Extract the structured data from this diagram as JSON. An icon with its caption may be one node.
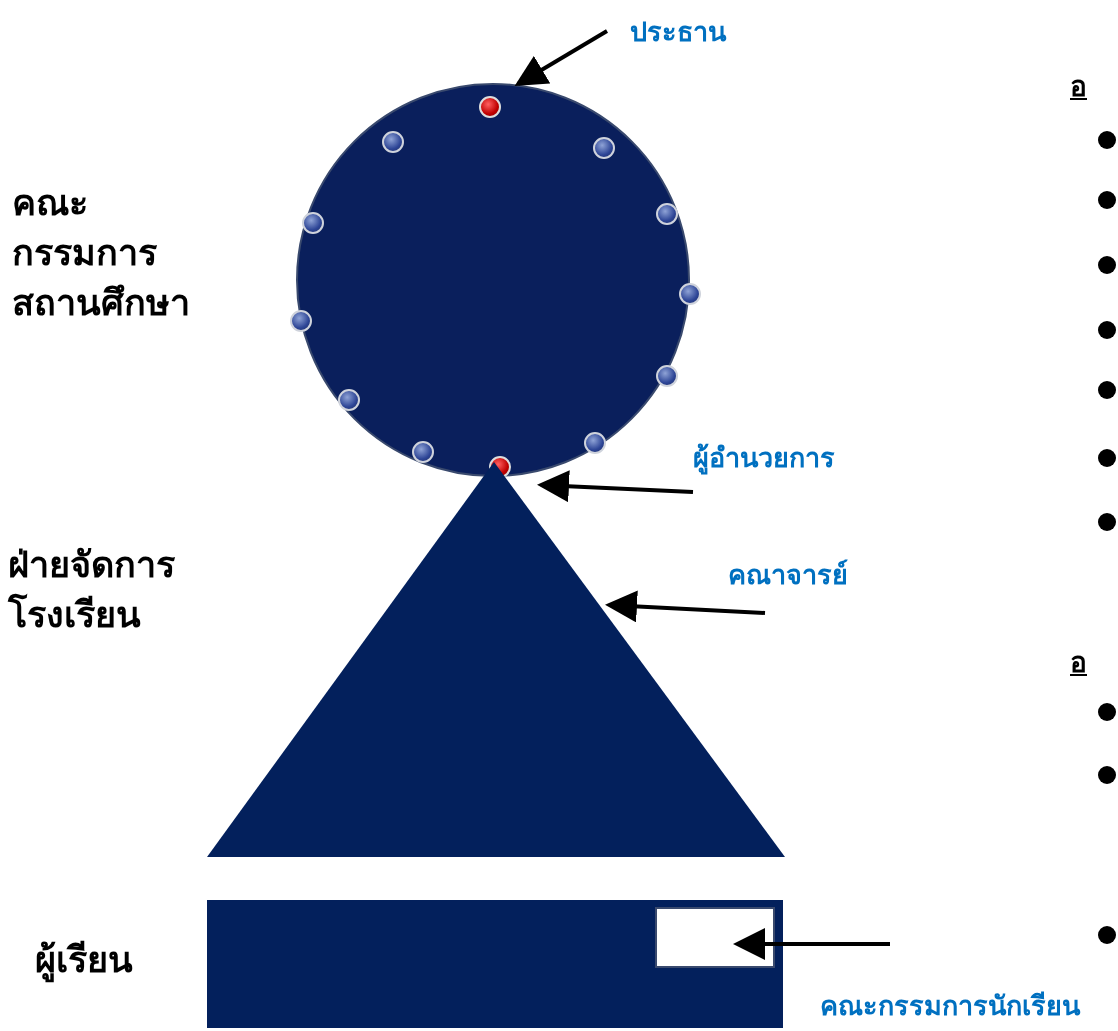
{
  "diagram": {
    "nodes": [
      {
        "text": [],
        "shape": "circle",
        "beside": [
          "คณะกรรมการ สถานศึกษา"
        ]
      },
      {
        "text": [],
        "shape": "circle",
        "in": 0
      },
      {
        "text": [],
        "shape": "circle",
        "in": 0
      },
      {
        "text": [],
        "shape": "triangle",
        "beside": [
          "ฝ่ายจัดการ โรงเรียน"
        ]
      },
      {
        "text": [],
        "shape": "bar",
        "beside": [
          "ผู้เรียน"
        ]
      },
      {
        "text": [],
        "shape": "box",
        "in": 4
      },
      {
        "text": [
          "ประธาน"
        ]
      },
      {
        "text": [
          "ผู้อำนวยการ"
        ]
      },
      {
        "text": [
          "คณาจารย์"
        ]
      },
      {
        "text": [
          "คณะกรรมการนักเรียน"
        ]
      }
    ],
    "edges": [
      {
        "from": 6,
        "to": 1,
        "arrow": "to"
      },
      {
        "from": 7,
        "to": 2,
        "arrow": "to"
      },
      {
        "from": 8,
        "to": 3,
        "arrow": "to"
      },
      {
        "from": 9,
        "to": 5,
        "arrow": "to"
      }
    ],
    "labels": [
      "อ",
      "อ"
    ]
  }
}
